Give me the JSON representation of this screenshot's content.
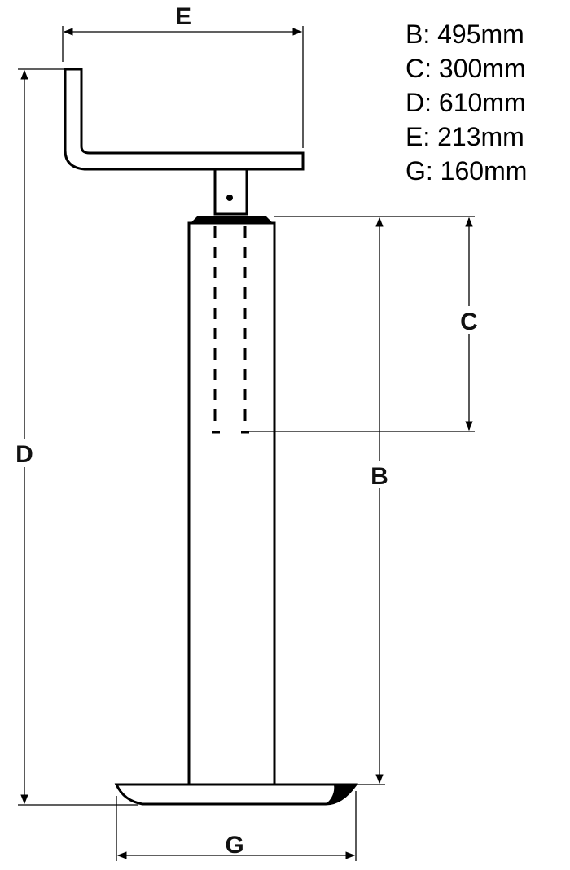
{
  "labels": {
    "B": "B",
    "C": "C",
    "D": "D",
    "E": "E",
    "G": "G"
  },
  "legend": [
    "B: 495mm",
    "C: 300mm",
    "D: 610mm",
    "E: 213mm",
    "G: 160mm"
  ],
  "colors": {
    "stroke": "#000000",
    "background": "#ffffff"
  }
}
